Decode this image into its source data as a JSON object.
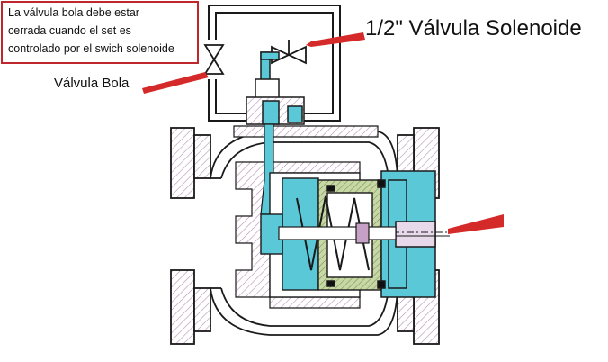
{
  "note": {
    "lines": [
      "La válvula bola debe estar",
      "cerrada cuando el set es",
      " controlado por el swich solenoide"
    ]
  },
  "labels": {
    "solenoid": "1/2\" Válvula Solenoide",
    "ball_valve": "Válvula Bola"
  },
  "colors": {
    "fluid": "#5bc8d8",
    "hatch": "#c7a0c5",
    "spring_area": "#c8d7a6",
    "annotation_red": "#d42a2a",
    "outline": "#1a1a1a"
  }
}
